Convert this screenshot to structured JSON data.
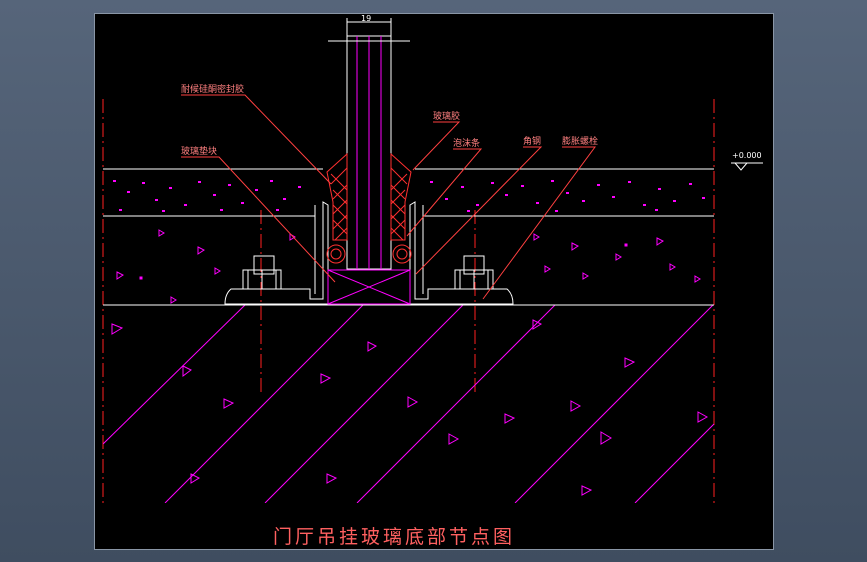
{
  "drawing": {
    "title": "门厅吊挂玻璃底部节点图",
    "dimension_label": "19",
    "elevation_label": "+0.000",
    "labels": {
      "silicone_sealant": "耐候硅酮密封胶",
      "glass_block": "玻璃垫块",
      "glass_glue": "玻璃胶",
      "foam_rod": "泡沫条",
      "angle_steel": "角钢",
      "expansion_bolt": "膨胀螺栓"
    }
  },
  "colors": {
    "background": "#000000",
    "lines": "#ffffff",
    "hatch": "#ff00ff",
    "leaders": "#ff3b3b",
    "text": "#ff8080",
    "title": "#ff6060",
    "axis": "#ff2020"
  }
}
